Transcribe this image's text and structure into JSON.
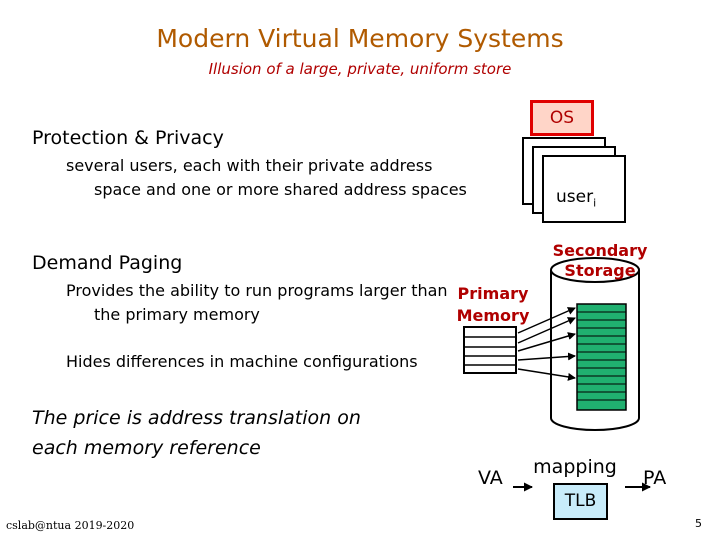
{
  "header": {
    "title": "Modern Virtual Memory Systems",
    "subtitle": "Illusion of a large, private, uniform store"
  },
  "bullets": {
    "protection_heading": "Protection & Privacy",
    "protection_text": "several users, each with their private address space and one or more shared address spaces",
    "paging_heading": "Demand Paging",
    "paging_text": "Provides the ability to run programs larger than the primary memory",
    "hides_text": "Hides differences in machine configurations",
    "price_text": "The price is address translation on each memory reference"
  },
  "diagram": {
    "os_label": "OS",
    "user_label": "user",
    "user_subscript": "i",
    "primary_memory_label_line1": "Primary",
    "primary_memory_label_line2": "Memory",
    "secondary_storage_line1": "Secondary",
    "secondary_storage_line2": "Storage",
    "va_label": "VA",
    "mapping_label": "mapping",
    "tlb_label": "TLB",
    "pa_label": "PA",
    "colors": {
      "os_fill": "#ffd5c8",
      "os_border": "#e00000",
      "label_red": "#b00000",
      "tlb_fill": "#c8ecfa",
      "storage_cells": "#20b070"
    }
  },
  "footer": {
    "source": "cslab@ntua 2019-2020",
    "page_number": "5"
  }
}
